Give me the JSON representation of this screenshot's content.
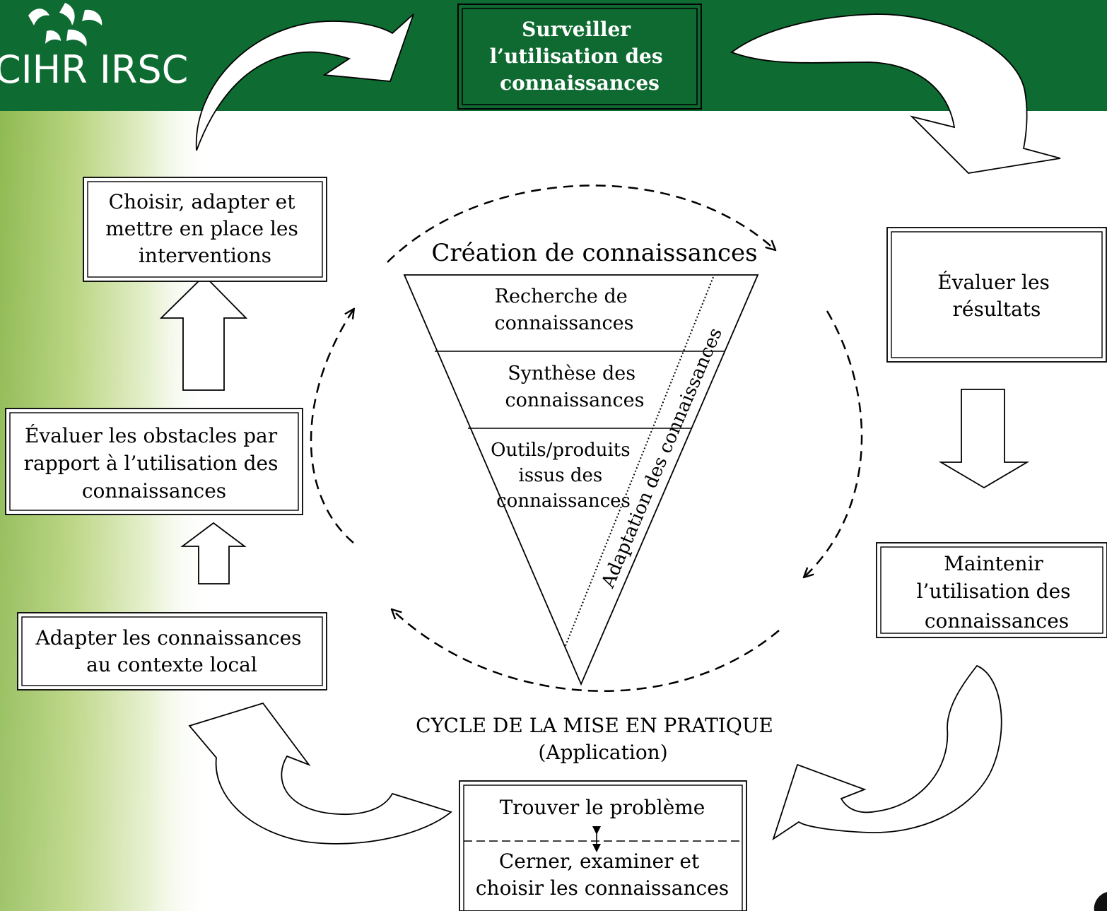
{
  "logo": {
    "text": "CIHR IRSC"
  },
  "top_box": {
    "lines": [
      "Surveiller",
      "l’utilisation des",
      "connaissances"
    ]
  },
  "steps": {
    "choose": {
      "lines": [
        "Choisir, adapter et",
        "mettre en place les",
        "interventions"
      ]
    },
    "barriers": {
      "lines": [
        "Évaluer les obstacles par",
        "rapport à l’utilisation des",
        "connaissances"
      ]
    },
    "adapt": {
      "lines": [
        "Adapter les connaissances",
        "au contexte local"
      ]
    },
    "evaluate": {
      "lines": [
        "Évaluer les",
        "résultats"
      ]
    },
    "sustain": {
      "lines": [
        "Maintenir",
        "l’utilisation des",
        "connaissances"
      ]
    },
    "identify": {
      "top": "Trouver le problème",
      "bottom_lines": [
        "Cerner, examiner et",
        "choisir les connaissances"
      ]
    }
  },
  "funnel": {
    "title": "Création de connaissances",
    "levels": [
      {
        "lines": [
          "Recherche de",
          "connaissances"
        ]
      },
      {
        "lines": [
          "Synthèse des",
          "connaissances"
        ]
      },
      {
        "lines": [
          "Outils/produits",
          "issus des",
          "connaissances"
        ]
      }
    ],
    "side_label": "Adaptation des connaissances"
  },
  "cycle": {
    "title": "CYCLE DE LA MISE EN PRATIQUE",
    "subtitle": "(Application)"
  },
  "colors": {
    "header_green": "#0e6b32",
    "box_green": "#0f6a31",
    "line": "#000000"
  }
}
